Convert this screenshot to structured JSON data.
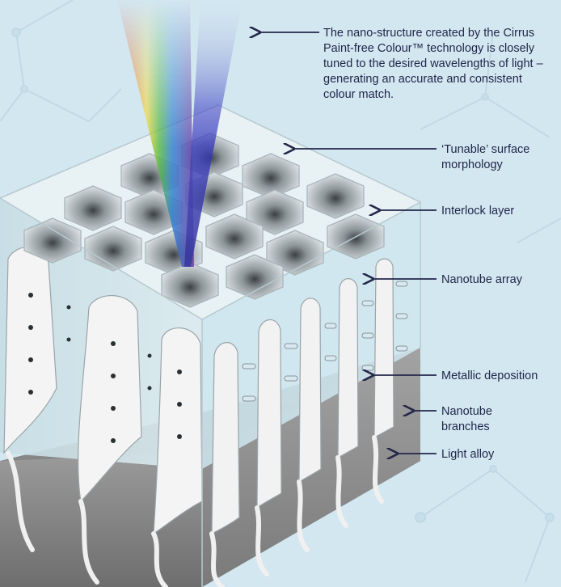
{
  "description": "The nano-structure created by the Cirrus Paint-free Colour™ technology is closely tuned to the desired wavelengths of light – generating an accurate and consistent colour match.",
  "labels": {
    "tunable": "‘Tunable’ surface\nmorphology",
    "interlock": "Interlock layer",
    "nanotube_array": "Nanotube array",
    "metallic": "Metallic deposition",
    "branches": "Nanotube\nbranches",
    "alloy": "Light alloy"
  },
  "colors": {
    "background": "#d3e7f1",
    "text": "#1f2447",
    "arrow": "#23264a",
    "alloy": "#8a8a8a",
    "tube": "#f2f2f2",
    "glass": "#cfe6ee"
  }
}
